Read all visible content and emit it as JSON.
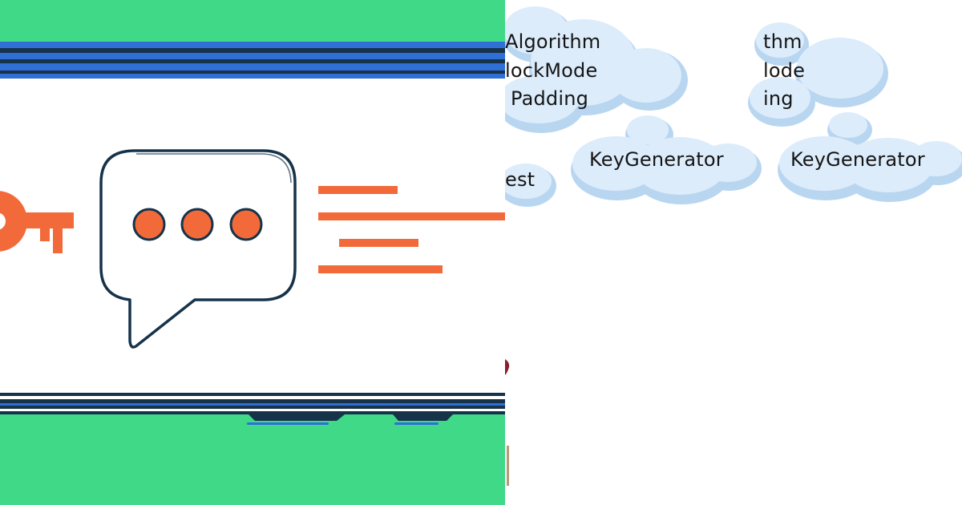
{
  "colors": {
    "green_background": "#3fd987",
    "screen_white": "#ffffff",
    "outline_navy": "#16334a",
    "frame_blue": "#2f6fd6",
    "accent_orange": "#f26a3a",
    "cloud_fill": "#dcecfb",
    "cloud_shadow": "#b9d6f1"
  },
  "icons": {
    "key": "key-icon",
    "speech_bubble": "speech-bubble-icon",
    "text_lines": "text-lines-icon"
  },
  "clouds": {
    "left_group": {
      "algorithm": "Algorithm",
      "block_mode": "lockMode",
      "padding": "Padding",
      "partial": "est"
    },
    "key_generator_left": "KeyGenerator",
    "right_group": {
      "algorithm": "thm",
      "block_mode": "lode",
      "padding": "ing"
    },
    "key_generator_right": "KeyGenerator"
  }
}
